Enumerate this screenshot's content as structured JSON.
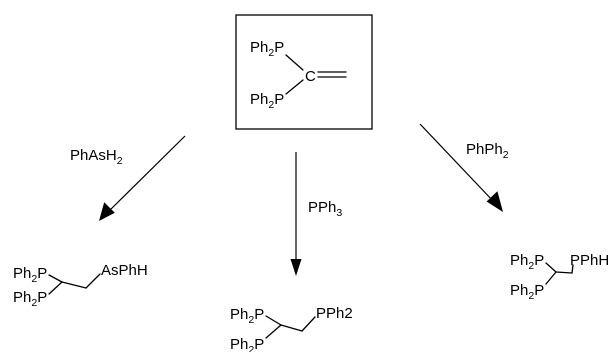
{
  "diagram": {
    "starting_material": {
      "upper_group": {
        "base": "Ph",
        "sub": "2",
        "tail": "P"
      },
      "lower_group": {
        "base": "Ph",
        "sub": "2",
        "tail": "P"
      },
      "central_atom": "C"
    },
    "arrows": [
      {
        "reagent": {
          "base": "PhAsH",
          "sub": "2",
          "tail": ""
        }
      },
      {
        "reagent": {
          "base": "PPh",
          "sub": "3",
          "tail": ""
        }
      },
      {
        "reagent": {
          "base": "PhPh",
          "sub": "2",
          "tail": ""
        }
      }
    ],
    "products": [
      {
        "upper_group": {
          "base": "Ph",
          "sub": "2",
          "tail": "P"
        },
        "lower_group": {
          "base": "Ph",
          "sub": "2",
          "tail": "P"
        },
        "terminal_group": "AsPhH"
      },
      {
        "upper_group": {
          "base": "Ph",
          "sub": "2",
          "tail": "P"
        },
        "lower_group": {
          "base": "Ph",
          "sub": "2",
          "tail": "P"
        },
        "terminal_group": "PPh2"
      },
      {
        "upper_group": {
          "base": "Ph",
          "sub": "2",
          "tail": "P"
        },
        "lower_group": {
          "base": "Ph",
          "sub": "2",
          "tail": "P"
        },
        "terminal_group": "PPhH"
      }
    ]
  }
}
